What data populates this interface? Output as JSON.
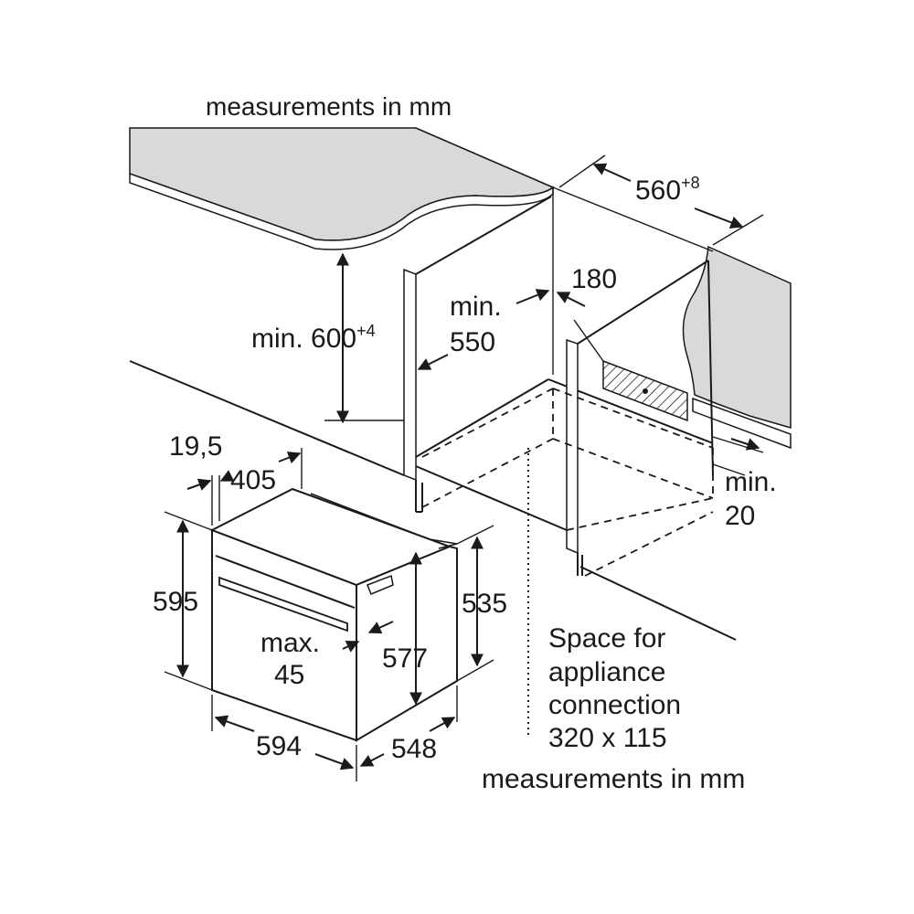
{
  "diagram": {
    "header_note": "measurements in mm",
    "footer_note": "measurements in mm",
    "cabinet": {
      "width_label": "560",
      "width_tolerance": "+8",
      "height_prefix": "min. 600",
      "height_tolerance": "+4",
      "depth_label_line1": "min.",
      "depth_label_line2": "550",
      "vent_label": "180",
      "rear_gap_line1": "min.",
      "rear_gap_line2": "20",
      "connection_line1": "Space for",
      "connection_line2": "appliance",
      "connection_line3": "connection",
      "connection_line4": "320 x 115"
    },
    "oven": {
      "front_offset": "19,5",
      "top_depth": "405",
      "height": "595",
      "front_height": "577",
      "side_height": "535",
      "width": "594",
      "depth": "548",
      "handle_line1": "max.",
      "handle_line2": "45"
    }
  }
}
